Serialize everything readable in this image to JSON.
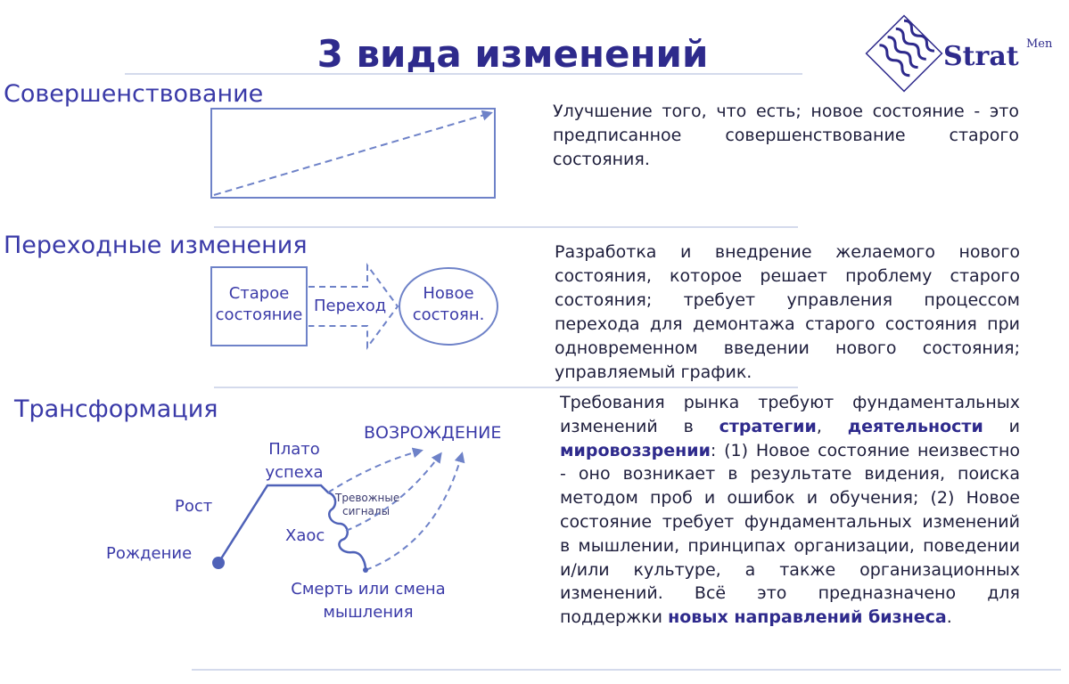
{
  "title": "3 вида изменений",
  "logo": {
    "name": "Strat",
    "sup": "Men"
  },
  "sections": {
    "improvement": {
      "heading": "Совершенствование",
      "description": "Улучшение того, что есть; новое состояние - это предписанное совершенствование старого состояния."
    },
    "transition": {
      "heading": "Переходные изменения",
      "old_state": [
        "Старое",
        "состояние"
      ],
      "transition_label": "Переход",
      "new_state": [
        "Новое",
        "состоян."
      ],
      "description": "Разработка и внедрение желаемого нового состояния, которое решает проблему старого состояния; требует управления процессом перехода для демонтажа старого состояния при одновременном введении нового состояния; управляемый график."
    },
    "transformation": {
      "heading": "Трансформация",
      "labels": {
        "plateau": [
          "Плато",
          "успеха"
        ],
        "rebirth": "ВОЗРОЖДЕНИЕ",
        "growth": "Рост",
        "birth": "Рождение",
        "alarm": [
          "Тревожные",
          "сигналы"
        ],
        "chaos": "Хаос",
        "death": [
          "Смерть или смена",
          "мышления"
        ]
      },
      "description": {
        "p1": "Требования рынка требуют фундаментальных изменений в ",
        "strategy": "стратегии",
        "comma1": ", ",
        "activity": "деятельности",
        "and": " и ",
        "worldview": "мировоззрении",
        "p2": ": (1) Новое состояние неизвестно - оно возникает в результате видения, поиска методом проб и ошибок и обучения; (2) Новое состояние требует фундаментальных изменений в мышлении, принципах организации, поведении и/или культуре, а также организационных изменений. Всё это предназначено для поддержки ",
        "new_dirs": "новых направлений бизнеса",
        "end": "."
      }
    }
  },
  "colors": {
    "accent": "#2e2a8c",
    "line": "#6e82c8",
    "divider": "#c5cde6"
  }
}
